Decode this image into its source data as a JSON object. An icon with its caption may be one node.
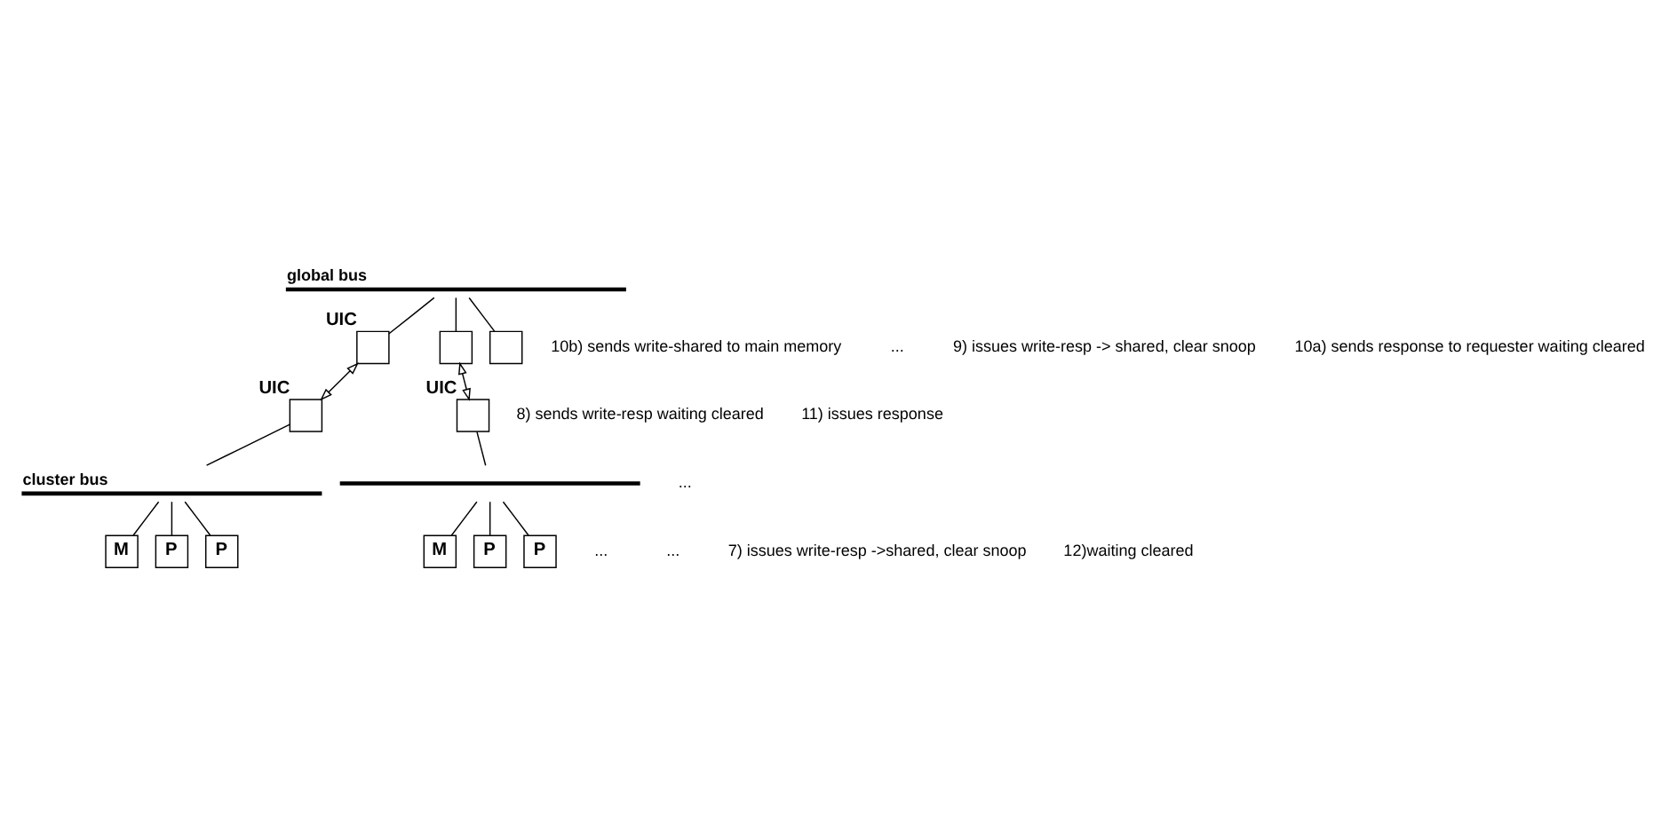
{
  "diagram": {
    "nodes": [
      {
        "text": [
          "global bus"
        ]
      },
      {
        "text": [],
        "shape": "box",
        "beside": [
          "UIC"
        ]
      },
      {
        "text": [],
        "shape": "box"
      },
      {
        "text": [],
        "shape": "box"
      },
      {
        "text": [],
        "shape": "box",
        "beside": [
          "UIC"
        ]
      },
      {
        "text": [
          "cluster bus"
        ]
      },
      {
        "text": [
          "M"
        ]
      },
      {
        "text": [
          "P"
        ]
      },
      {
        "text": [
          "P"
        ]
      },
      {
        "text": [],
        "shape": "box",
        "beside": [
          "UIC"
        ]
      },
      {
        "text": [],
        "shape": "bar"
      },
      {
        "text": [
          "M"
        ]
      },
      {
        "text": [
          "P"
        ]
      },
      {
        "text": [
          "P"
        ]
      }
    ],
    "edges": [
      {
        "from": 0,
        "to": 1,
        "arrow": "none"
      },
      {
        "from": 0,
        "to": 2,
        "arrow": "none"
      },
      {
        "from": 0,
        "to": 3,
        "arrow": "none"
      },
      {
        "from": 1,
        "to": 4,
        "arrow": "both"
      },
      {
        "from": 2,
        "to": 9,
        "arrow": "both"
      },
      {
        "from": 4,
        "to": 5,
        "arrow": "none"
      },
      {
        "from": 5,
        "to": 6,
        "arrow": "none"
      },
      {
        "from": 5,
        "to": 7,
        "arrow": "none"
      },
      {
        "from": 5,
        "to": 8,
        "arrow": "none"
      },
      {
        "from": 9,
        "to": 10,
        "arrow": "none"
      },
      {
        "from": 10,
        "to": 11,
        "arrow": "none"
      },
      {
        "from": 10,
        "to": 12,
        "arrow": "none"
      },
      {
        "from": 10,
        "to": 13,
        "arrow": "none"
      }
    ],
    "labels": [
      "10b) sends write-shared to main memory",
      "...",
      "9) issues write-resp -> shared, clear snoop",
      "10a) sends response to requester waiting cleared",
      "8) sends write-resp waiting cleared",
      "11) issues response",
      "...",
      "...",
      "...",
      "7) issues write-resp ->shared, clear snoop",
      "12)waiting cleared"
    ]
  }
}
